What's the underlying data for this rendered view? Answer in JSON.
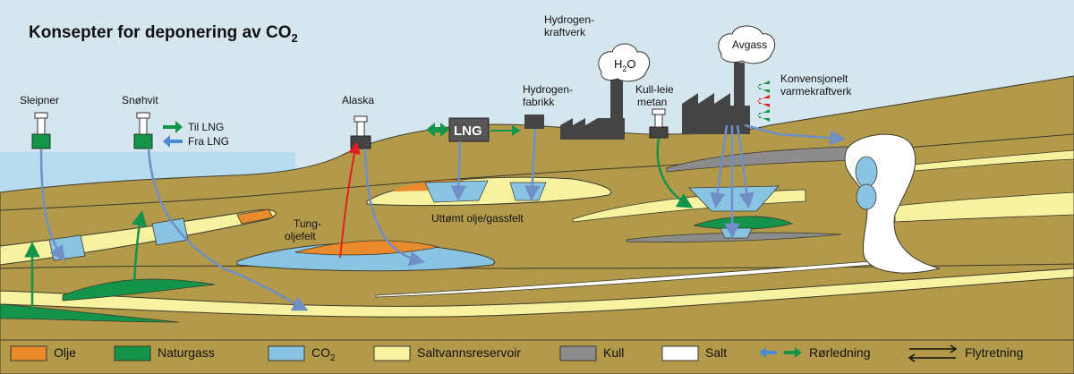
{
  "title": "Konsepter for deponering av",
  "title_formula": "CO",
  "title_subscript": "2",
  "colors": {
    "sky": "#d6e6ef",
    "sea": "#b7dcf0",
    "earth": "#b39a4a",
    "oil": "#e98a2c",
    "gas": "#13944a",
    "co2": "#8ac4e3",
    "saltwater": "#f7f2a0",
    "coal": "#8c8c8c",
    "salt": "#ffffff",
    "pipe": "#7f9fd1",
    "red": "#e02020"
  },
  "labels": {
    "sleipner": "Sleipner",
    "snohvit": "Snøhvit",
    "til_lng": "Til LNG",
    "fra_lng": "Fra LNG",
    "alaska": "Alaska",
    "lng": "LNG",
    "hydrogen_fabrikk_1": "Hydrogen-",
    "hydrogen_fabrikk_2": "fabrikk",
    "hydrogen_kraftverk_1": "Hydrogen-",
    "hydrogen_kraftverk_2": "kraftverk",
    "h2o_h": "H",
    "h2o_sub": "2",
    "h2o_o": "O",
    "kull_leie_1": "Kull-leie",
    "kull_leie_2": "metan",
    "avgass": "Avgass",
    "konvensjonelt_1": "Konvensjonelt",
    "konvensjonelt_2": "varmekraftverk",
    "tung_1": "Tung-",
    "tung_2": "oljefelt",
    "uttomt": "Uttømt olje/gassfelt"
  },
  "legend": [
    {
      "label": "Olje",
      "color": "#e98a2c"
    },
    {
      "label": "Naturgass",
      "color": "#13944a"
    },
    {
      "label": "CO",
      "sub": "2",
      "color": "#8ac4e3"
    },
    {
      "label": "Saltvannsreservoir",
      "color": "#f7f2a0"
    },
    {
      "label": "Kull",
      "color": "#8c8c8c"
    },
    {
      "label": "Salt",
      "color": "#ffffff"
    }
  ],
  "legend_pipe": "Rørledning",
  "legend_flow": "Flytretning"
}
